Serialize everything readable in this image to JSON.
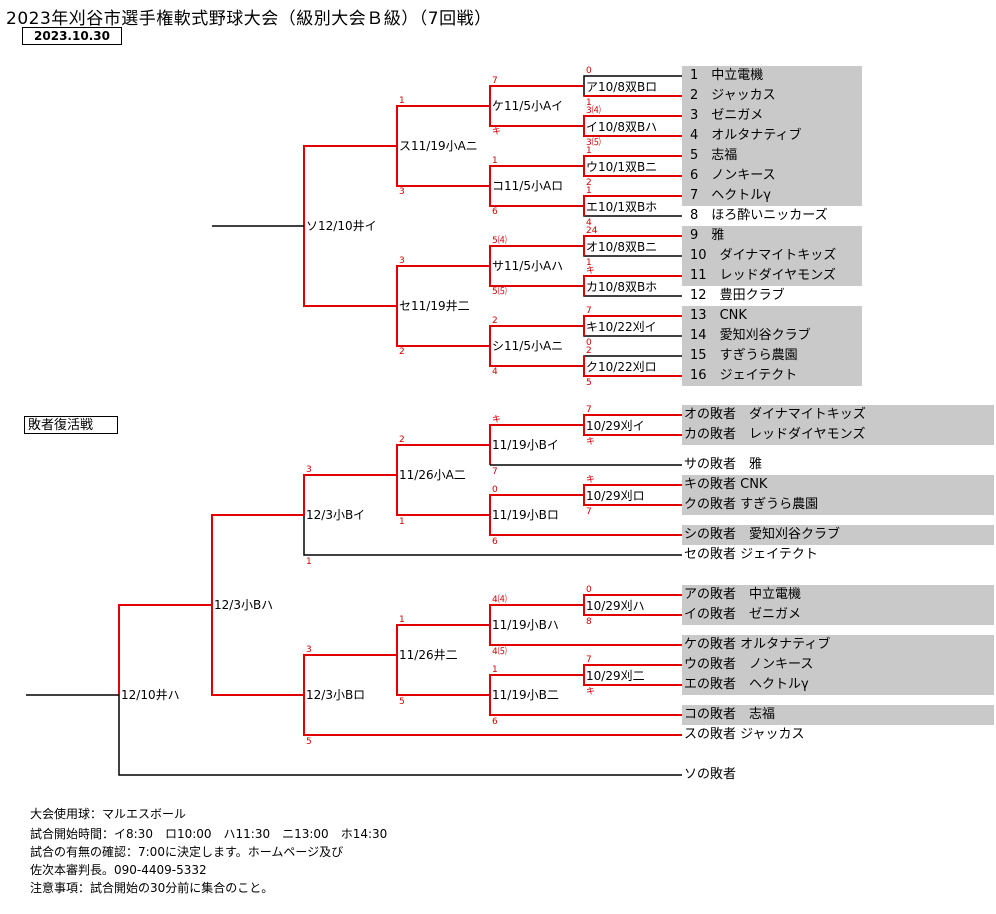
{
  "title": "2023年刈谷市選手権軟式野球大会（級別大会Ｂ級）（7回戦）",
  "date": "2023.10.30",
  "repechage_label": "敗者復活戦",
  "main_entries": [
    {
      "no": "1",
      "name": "中立電機"
    },
    {
      "no": "2",
      "name": "ジャッカス"
    },
    {
      "no": "3",
      "name": "ゼニガメ"
    },
    {
      "no": "4",
      "name": "オルタナティブ"
    },
    {
      "no": "5",
      "name": "志福"
    },
    {
      "no": "6",
      "name": "ノンキース"
    },
    {
      "no": "7",
      "name": "ヘクトルγ"
    },
    {
      "no": "8",
      "name": "ほろ酔いニッカーズ"
    },
    {
      "no": "9",
      "name": "雅"
    },
    {
      "no": "10",
      "name": "ダイナマイトキッズ"
    },
    {
      "no": "11",
      "name": "レッドダイヤモンズ"
    },
    {
      "no": "12",
      "name": "豊田クラブ"
    },
    {
      "no": "13",
      "name": "CNK"
    },
    {
      "no": "14",
      "name": "愛知刈谷クラブ"
    },
    {
      "no": "15",
      "name": "すぎうら農園"
    },
    {
      "no": "16",
      "name": "ジェイテクト"
    }
  ],
  "main_matches": {
    "a": "ア10/8双Bロ",
    "i": "イ10/8双Bハ",
    "u": "ウ10/1双Bニ",
    "e": "エ10/1双Bホ",
    "o": "オ10/8双Bニ",
    "ka": "カ10/8双Bホ",
    "ki": "キ10/22刈イ",
    "ku": "ク10/22刈ロ",
    "ke": "ケ11/5小Aイ",
    "ko": "コ11/5小Aロ",
    "sa": "サ11/5小Aハ",
    "shi": "シ11/5小Aニ",
    "su": "ス11/19小Aニ",
    "se": "セ11/19井二",
    "so": "ソ12/10井イ"
  },
  "main_scores": {
    "a_top": "0",
    "a_bot": "1",
    "i_top": "3⑷",
    "i_bot": "3⑸",
    "u_top": "1",
    "u_bot": "2",
    "e_top": "1",
    "e_bot": "4",
    "o_top": "24",
    "o_bot": "1",
    "ka_top": "キ",
    "ka_bot": "",
    "ki_top": "7",
    "ki_bot": "0",
    "ku_top": "2",
    "ku_bot": "5",
    "ke_top": "7",
    "ke_bot": "キ",
    "ko_top": "1",
    "ko_bot": "6",
    "sa_top": "5⑷",
    "sa_bot": "5⑸",
    "shi_top": "2",
    "shi_bot": "4",
    "su_top": "1",
    "su_bot": "3",
    "se_top": "3",
    "se_bot": "2"
  },
  "loser_entries": {
    "l1": "オの敗者　ダイナマイトキッズ",
    "l2": "カの敗者　レッドダイヤモンズ",
    "l3": "サの敗者　雅",
    "l4": "キの敗者 CNK",
    "l5": "クの敗者 すぎうら農園",
    "l6": "シの敗者　愛知刈谷クラブ",
    "l7": "セの敗者 ジェイテクト",
    "l8": "アの敗者　中立電機",
    "l9": "イの敗者　ゼニガメ",
    "l10": "ケの敗者 オルタナティブ",
    "l11": "ウの敗者　ノンキース",
    "l12": "エの敗者　ヘクトルγ",
    "l13": "コの敗者　志福",
    "l14": "スの敗者 ジャッカス",
    "l15": "ソの敗者"
  },
  "loser_matches": {
    "r1": "10/29刈イ",
    "r2": "10/29刈ロ",
    "r3": "10/29刈ハ",
    "r4": "10/29刈二",
    "q1": "11/19小Bイ",
    "q2": "11/19小Bロ",
    "q3": "11/19小Bハ",
    "q4": "11/19小B二",
    "p1": "11/26小A二",
    "p2": "11/26井二",
    "s1": "12/3小Bイ",
    "s2": "12/3小Bロ",
    "t1": "12/3小Bハ",
    "f": "12/10井ハ"
  },
  "loser_scores": {
    "r1_top": "7",
    "r1_bot": "キ",
    "r2_top": "キ",
    "r2_bot": "7",
    "r3_top": "0",
    "r3_bot": "8",
    "r4_top": "7",
    "r4_bot": "キ",
    "q1_top": "キ",
    "q1_bot": "7",
    "q2_top": "0",
    "q2_bot": "6",
    "q3_top": "4⑷",
    "q3_bot": "4⑸",
    "q4_top": "1",
    "q4_bot": "6",
    "p1_top": "2",
    "p1_bot": "1",
    "p2_top": "1",
    "p2_bot": "5",
    "s1_top": "3",
    "s1_bot": "1",
    "s2_top": "3",
    "s2_bot": "5"
  },
  "footer": [
    "大会使用球：マルエスボール",
    "試合開始時間：イ8:30　ロ10:00　ハ11:30　ニ13:00　ホ14:30",
    "試合の有無の確認：7:00に決定します。ホームページ及び",
    "佐次本審判長。090-4409-5332",
    "注意事項：試合開始の30分前に集合のこと。"
  ],
  "colors": {
    "win_line": "#e00000",
    "normal_line": "#000000",
    "band": "#c9c9c9",
    "score_text": "#d40000"
  }
}
